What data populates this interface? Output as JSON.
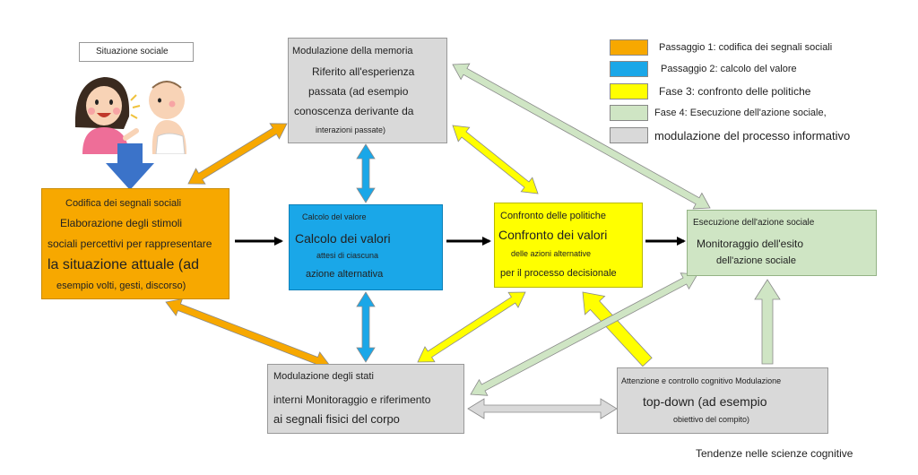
{
  "colors": {
    "orange": "#f7a800",
    "blue": "#1aa7e8",
    "yellow": "#ffff00",
    "green": "#cfe5c4",
    "gray": "#d9d9d9",
    "black_arrow": "#000000",
    "input_arrow": "#3b73c9"
  },
  "input": {
    "title": "Situazione sociale",
    "image_icon": "mother-and-baby-illustration"
  },
  "boxes": {
    "encoding": {
      "title": "Codifica dei segnali sociali",
      "lines": [
        "Elaborazione degli stimoli",
        "sociali percettivi per rappresentare",
        "la situazione attuale (ad",
        "esempio volti, gesti, discorso)"
      ]
    },
    "value": {
      "title": "Calcolo del valore",
      "lines": [
        "Calcolo dei valori",
        "attesi di ciascuna",
        "azione alternativa"
      ]
    },
    "policy": {
      "title": "Confronto delle politiche",
      "lines": [
        "Confronto dei valori",
        "delle azioni alternative",
        "per il processo decisionale"
      ]
    },
    "execution": {
      "title": "Esecuzione dell'azione sociale",
      "lines": [
        "Monitoraggio dell'esito",
        "dell'azione sociale"
      ]
    },
    "memory": {
      "title": "Modulazione della memoria",
      "lines": [
        "Riferito all'esperienza",
        "passata (ad esempio",
        "conoscenza derivante da",
        "interazioni passate)"
      ]
    },
    "internal": {
      "title": "Modulazione degli stati",
      "lines": [
        "interni Monitoraggio e riferimento",
        "ai segnali fisici del corpo"
      ]
    },
    "attention": {
      "title": "Attenzione e controllo cognitivo Modulazione",
      "lines": [
        "top-down (ad esempio",
        "obiettivo del compito)"
      ]
    }
  },
  "legend": [
    {
      "label": "Passaggio 1: codifica dei segnali sociali",
      "color": "#f7a800"
    },
    {
      "label": "Passaggio 2: calcolo del valore",
      "color": "#1aa7e8"
    },
    {
      "label": "Fase 3: confronto delle politiche",
      "color": "#ffff00"
    },
    {
      "label": "Fase 4: Esecuzione dell'azione sociale,",
      "color": "#cfe5c4"
    },
    {
      "label": "modulazione del processo informativo",
      "color": "#d9d9d9"
    }
  ],
  "footer": "Tendenze nelle scienze cognitive"
}
